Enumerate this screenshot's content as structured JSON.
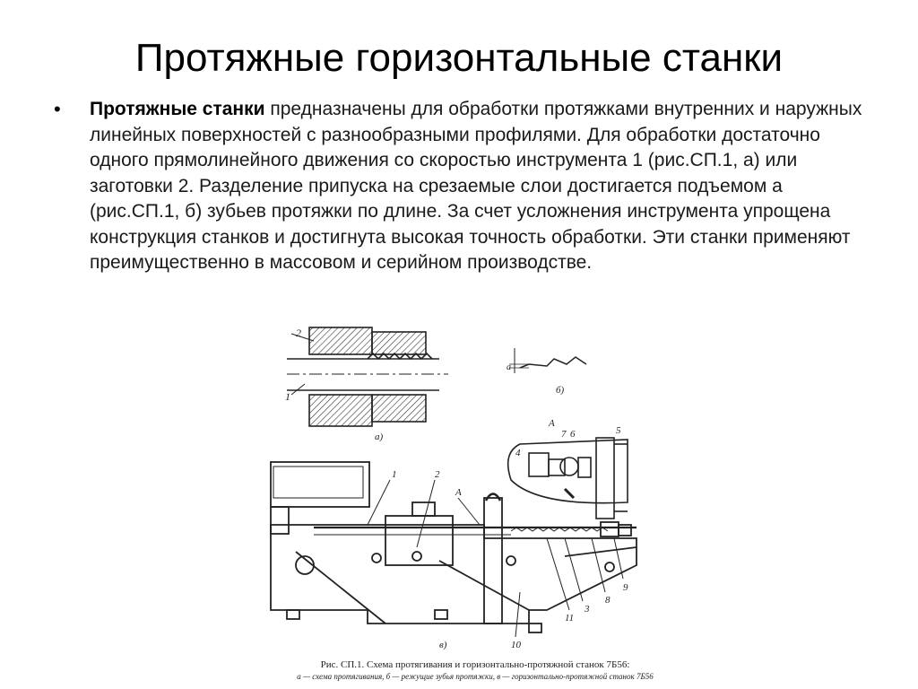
{
  "slide": {
    "title": "Протяжные горизонтальные станки",
    "bullet": {
      "marker": "•",
      "bold_lead": "Протяжные станки",
      "text": " предназначены для обработки протяжками внутренних и наружных линейных поверхностей с разнообразными профилями. Для обработки достаточно одного прямолинейного движения со скоростью инструмента 1 (рис.СП.1, а) или заготовки 2. Разделение припуска на срезаемые слои достигается подъемом a (рис.СП.1, б) зубьев протяжки по длине. За счет усложнения инструмента упрощена конструкция станков и достигнута высокая точность обработки. Эти станки применяют преимущественно в массовом и серийном производстве."
    }
  },
  "figure": {
    "caption_line1": "Рис. СП.1. Схема протягивания и горизонтально-протяжной станок 7Б56:",
    "caption_line2": "а — схема протягивания, б — режущие зубья протяжки, в — горизонтально-протяжной станок 7Б56",
    "sublabels": {
      "a": "а)",
      "b": "б)",
      "v": "в)"
    },
    "callouts": {
      "c1": "1",
      "c2": "2",
      "c3": "3",
      "c4": "4",
      "c5": "5",
      "c6": "6",
      "c7": "7",
      "c8": "8",
      "c9": "9",
      "c10": "10",
      "c11": "11",
      "A": "А",
      "a_small": "a"
    }
  }
}
